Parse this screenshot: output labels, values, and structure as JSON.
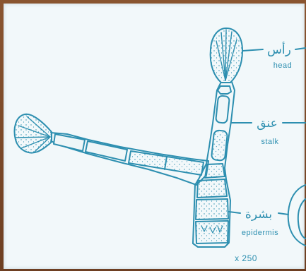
{
  "labels": {
    "head_ar": "رأس",
    "head_en": "head",
    "stalk_ar": "عنق",
    "stalk_en": "stalk",
    "epidermis_ar": "بشرة",
    "epidermis_en": "epidermis",
    "magnification": "x 250"
  },
  "colors": {
    "line": "#2d8fb0",
    "cell_fill": "#eef6f8",
    "paper": "#f2f8fa",
    "frame": "#7a4a2a"
  }
}
